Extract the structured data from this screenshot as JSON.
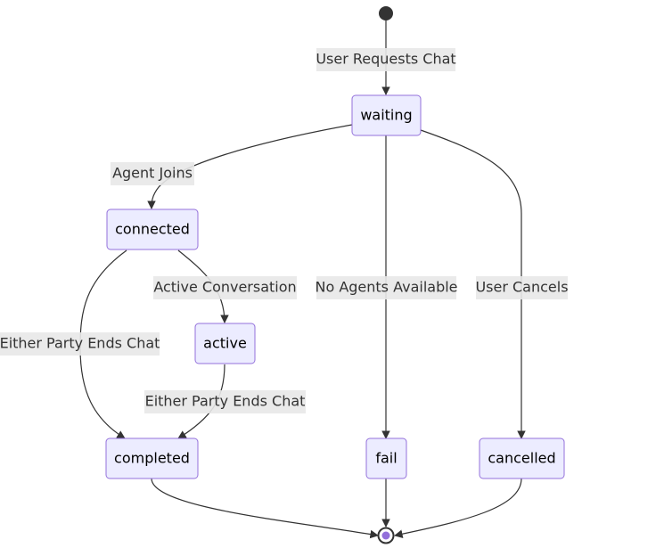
{
  "diagram": {
    "states": {
      "waiting": "waiting",
      "connected": "connected",
      "active": "active",
      "completed": "completed",
      "fail": "fail",
      "cancelled": "cancelled"
    },
    "transitions": {
      "start_to_waiting": "User Requests Chat",
      "waiting_to_connected": "Agent Joins",
      "connected_to_active": "Active Conversation",
      "connected_to_completed": "Either Party Ends Chat",
      "active_to_completed": "Either Party Ends Chat",
      "waiting_to_fail": "No Agents Available",
      "waiting_to_cancelled": "User Cancels"
    },
    "colors": {
      "state_fill": "#ECECFF",
      "state_border": "#9370DB",
      "edge": "#333333",
      "label_background": "#e8e8e8",
      "start_marker": "#333333",
      "end_marker_inner": "#9370DB"
    }
  }
}
